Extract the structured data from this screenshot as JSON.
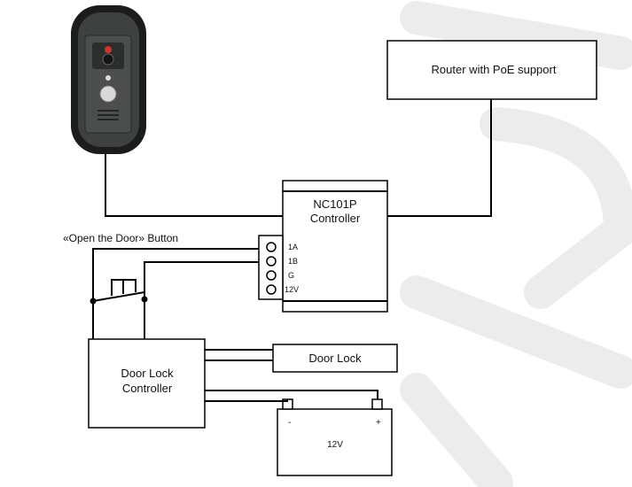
{
  "router": {
    "label": "Router with PoE support"
  },
  "controller": {
    "line1": "NC101P",
    "line2": "Controller"
  },
  "terminals": [
    "1A",
    "1B",
    "G",
    "12V"
  ],
  "button": {
    "label": "«Open the Door» Button"
  },
  "lock_controller": {
    "line1": "Door Lock",
    "line2": "Controller"
  },
  "door_lock": {
    "label": "Door Lock"
  },
  "battery": {
    "minus": "-",
    "plus": "+",
    "voltage": "12V"
  },
  "colors": {
    "line": "#000000",
    "device_body": "#3e4140",
    "device_frame": "#1b1d1c",
    "watermark": "#ececec"
  },
  "icons": {
    "intercom": "video-intercom-panel",
    "button": "push-button-switch"
  }
}
